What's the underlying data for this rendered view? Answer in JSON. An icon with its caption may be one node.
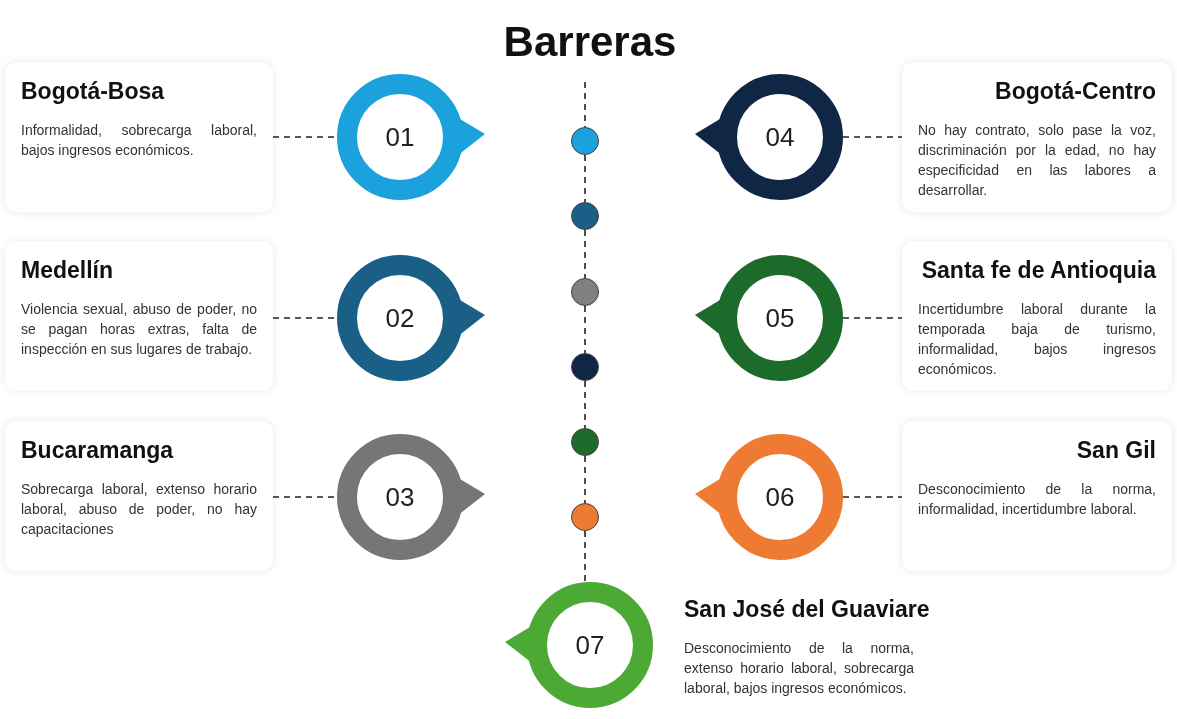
{
  "diagram": {
    "title": "Barreras",
    "nodes": [
      {
        "text": [
          "Bogotá-Bosa",
          "Informalidad, sobrecarga laboral, bajos ingresos económicos."
        ]
      },
      {
        "text": [
          "01"
        ]
      },
      {
        "text": [
          "Medellín",
          "Violencia sexual, abuso de poder, no se pagan horas extras, falta de inspección en sus lugares de trabajo."
        ]
      },
      {
        "text": [
          "02"
        ]
      },
      {
        "text": [
          "Bucaramanga",
          "Sobrecarga laboral, extenso horario laboral, abuso de poder, no hay capacitaciones"
        ]
      },
      {
        "text": [
          "03"
        ]
      },
      {
        "text": [
          "04"
        ]
      },
      {
        "text": [
          "Bogotá-Centro",
          "No hay contrato, solo pase la voz, discriminación por la edad, no hay especificidad en las labores a desarrollar."
        ]
      },
      {
        "text": [
          "05"
        ]
      },
      {
        "text": [
          "Santa fe de Antioquia",
          "Incertidumbre laboral durante la temporada baja de turismo, informalidad, bajos ingresos económicos."
        ]
      },
      {
        "text": [
          "06"
        ]
      },
      {
        "text": [
          "San Gil",
          "Desconocimiento de la norma, informalidad, incertidumbre laboral."
        ]
      },
      {
        "text": [
          "07"
        ]
      },
      {
        "text": [
          "San José del Guaviare",
          "Desconocimiento de la norma, extenso horario laboral, sobrecarga laboral, bajos ingresos económicos."
        ]
      },
      {
        "text": [],
        "shape": "circle"
      },
      {
        "text": [],
        "shape": "circle"
      },
      {
        "text": [],
        "shape": "circle"
      },
      {
        "text": [],
        "shape": "circle"
      },
      {
        "text": [],
        "shape": "circle"
      },
      {
        "text": [],
        "shape": "circle"
      }
    ],
    "edges": [
      {
        "from": 0,
        "to": 1,
        "arrow": "none",
        "style": "dashed"
      },
      {
        "from": 2,
        "to": 3,
        "arrow": "none",
        "style": "dashed"
      },
      {
        "from": 4,
        "to": 5,
        "arrow": "none",
        "style": "dashed"
      },
      {
        "from": 6,
        "to": 7,
        "arrow": "none",
        "style": "dashed"
      },
      {
        "from": 8,
        "to": 9,
        "arrow": "none",
        "style": "dashed"
      },
      {
        "from": 10,
        "to": 11,
        "arrow": "none",
        "style": "dashed"
      },
      {
        "from": null,
        "to": 14,
        "arrow": "none",
        "style": "dashed"
      },
      {
        "from": 14,
        "to": 15,
        "arrow": "none",
        "style": "dashed"
      },
      {
        "from": 15,
        "to": 16,
        "arrow": "none",
        "style": "dashed"
      },
      {
        "from": 16,
        "to": 17,
        "arrow": "none",
        "style": "dashed"
      },
      {
        "from": 17,
        "to": 18,
        "arrow": "none",
        "style": "dashed"
      },
      {
        "from": 18,
        "to": 19,
        "arrow": "none",
        "style": "dashed"
      },
      {
        "from": 19,
        "to": 12,
        "arrow": "none",
        "style": "dashed"
      }
    ]
  }
}
